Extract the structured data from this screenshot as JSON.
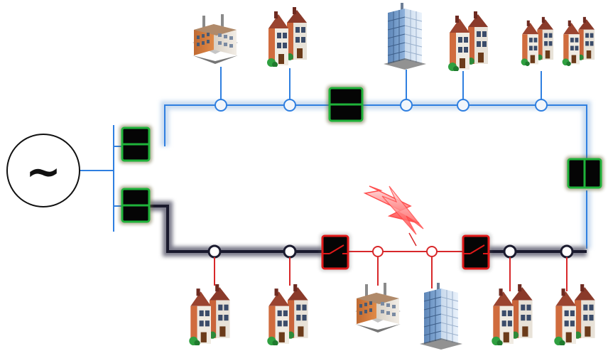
{
  "diagram": {
    "source": {
      "symbol": "~",
      "icon": "ac-source-icon"
    },
    "colors": {
      "energized_line": "#2f7fe0",
      "energized_glow": "#c9dcf0",
      "deenergized_line": "#1a1a2e",
      "deenergized_glow": "#7a7a8a",
      "fault_line": "#d8282a",
      "breaker_closed_border": "#1fb33a",
      "breaker_open_border": "#e01919",
      "breaker_glow": "#6b6b3a",
      "fault_bolt": "#ff3b3b"
    },
    "breakers": [
      {
        "id": "feeder-top",
        "state": "closed"
      },
      {
        "id": "feeder-bottom",
        "state": "closed"
      },
      {
        "id": "top-mid",
        "state": "closed"
      },
      {
        "id": "tie-right",
        "state": "closed"
      },
      {
        "id": "bottom-left-sectionalizer",
        "state": "open"
      },
      {
        "id": "bottom-right-sectionalizer",
        "state": "open"
      }
    ],
    "loads_top": [
      "factory-icon",
      "houses-icon",
      "office-tower-icon",
      "houses-icon",
      "terraced-houses-icon"
    ],
    "loads_bottom": [
      "houses-icon",
      "houses-icon",
      "factory-icon",
      "office-tower-icon",
      "houses-icon",
      "houses-icon"
    ],
    "fault": {
      "icon": "lightning-bolt-icon"
    }
  }
}
